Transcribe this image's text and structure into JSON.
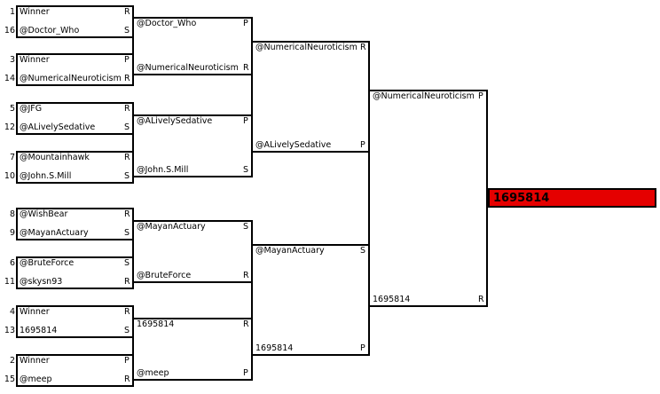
{
  "bracket": {
    "round1": [
      {
        "seed": "1",
        "name": "Winner",
        "mark": "R"
      },
      {
        "seed": "16",
        "name": "@Doctor_Who",
        "mark": "S"
      },
      {
        "seed": "3",
        "name": "Winner",
        "mark": "P"
      },
      {
        "seed": "14",
        "name": "@NumericalNeuroticism",
        "mark": "R"
      },
      {
        "seed": "5",
        "name": "@JFG",
        "mark": "R"
      },
      {
        "seed": "12",
        "name": "@ALivelySedative",
        "mark": "S"
      },
      {
        "seed": "7",
        "name": "@Mountainhawk",
        "mark": "R"
      },
      {
        "seed": "10",
        "name": "@John.S.Mill",
        "mark": "S"
      },
      {
        "seed": "8",
        "name": "@WishBear",
        "mark": "R"
      },
      {
        "seed": "9",
        "name": "@MayanActuary",
        "mark": "S"
      },
      {
        "seed": "6",
        "name": "@BruteForce",
        "mark": "S"
      },
      {
        "seed": "11",
        "name": "@skysn93",
        "mark": "R"
      },
      {
        "seed": "4",
        "name": "Winner",
        "mark": "R"
      },
      {
        "seed": "13",
        "name": "1695814",
        "mark": "S"
      },
      {
        "seed": "2",
        "name": "Winner",
        "mark": "P"
      },
      {
        "seed": "15",
        "name": "@meep",
        "mark": "R"
      }
    ],
    "round2": [
      {
        "name": "@Doctor_Who",
        "mark": "P"
      },
      {
        "name": "@NumericalNeuroticism",
        "mark": "R"
      },
      {
        "name": "@ALivelySedative",
        "mark": "P"
      },
      {
        "name": "@John.S.Mill",
        "mark": "S"
      },
      {
        "name": "@MayanActuary",
        "mark": "S"
      },
      {
        "name": "@BruteForce",
        "mark": "R"
      },
      {
        "name": "1695814",
        "mark": "R"
      },
      {
        "name": "@meep",
        "mark": "P"
      }
    ],
    "round3": [
      {
        "name": "@NumericalNeuroticism",
        "mark": "R"
      },
      {
        "name": "@ALivelySedative",
        "mark": "P"
      },
      {
        "name": "@MayanActuary",
        "mark": "S"
      },
      {
        "name": "1695814",
        "mark": "P"
      }
    ],
    "round4": [
      {
        "name": "@NumericalNeuroticism",
        "mark": "P"
      },
      {
        "name": "1695814",
        "mark": "R"
      }
    ],
    "champion": "1695814",
    "champion_color": "#e50000"
  }
}
